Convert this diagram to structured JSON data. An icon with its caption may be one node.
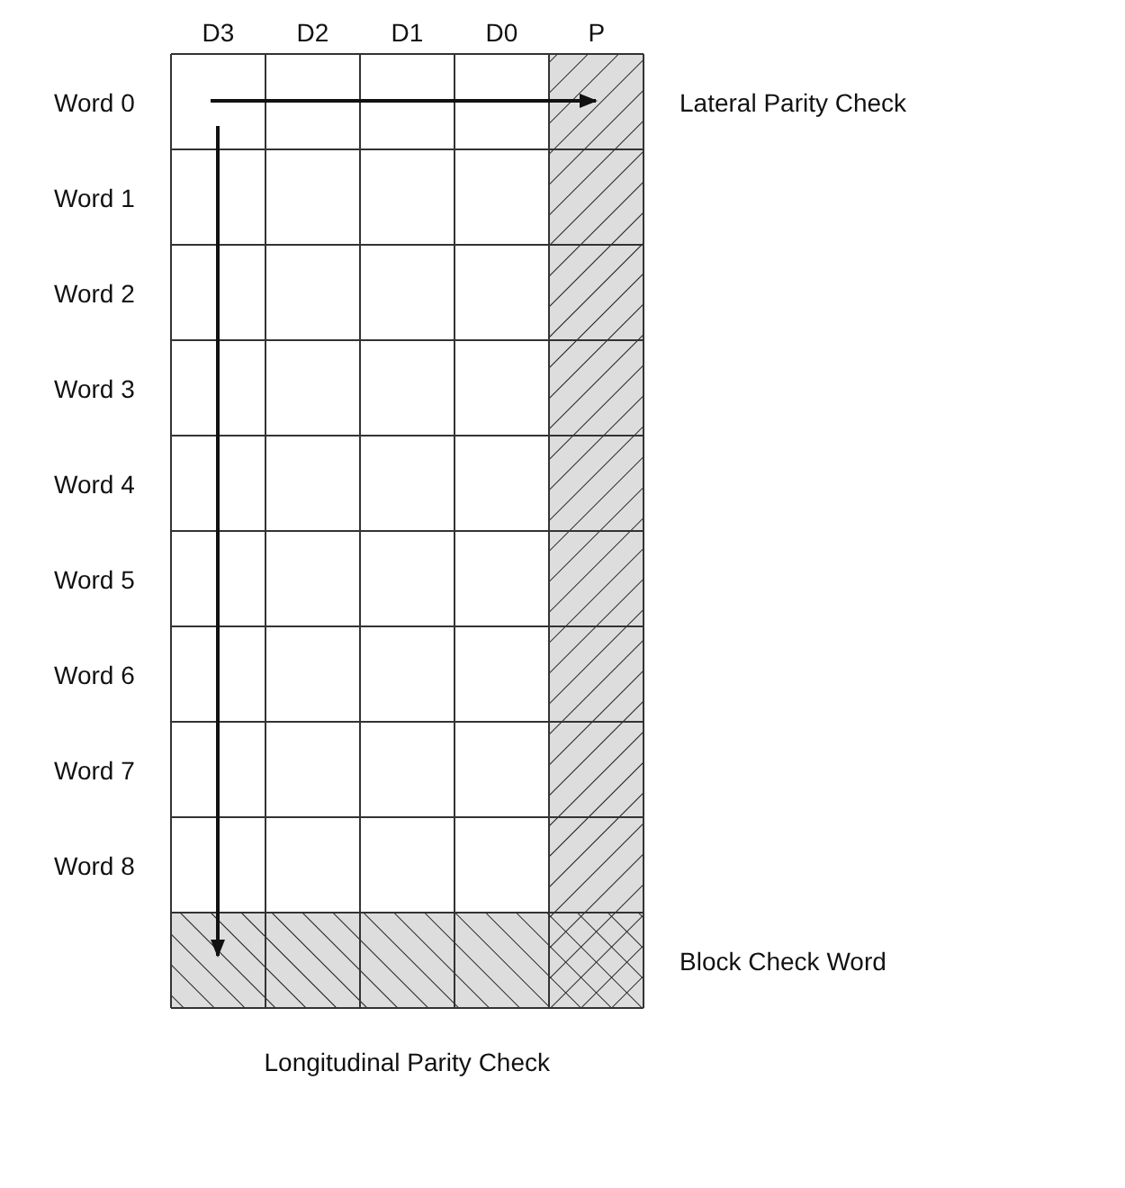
{
  "diagram": {
    "labels": [
      "D3",
      "D2",
      "D1",
      "D0",
      "P",
      "Word 0",
      "Word 1",
      "Word 2",
      "Word 3",
      "Word 4",
      "Word 5",
      "Word 6",
      "Word 7",
      "Word 8",
      "Lateral Parity Check",
      "Block Check Word",
      "Longitudinal Parity Check"
    ]
  }
}
